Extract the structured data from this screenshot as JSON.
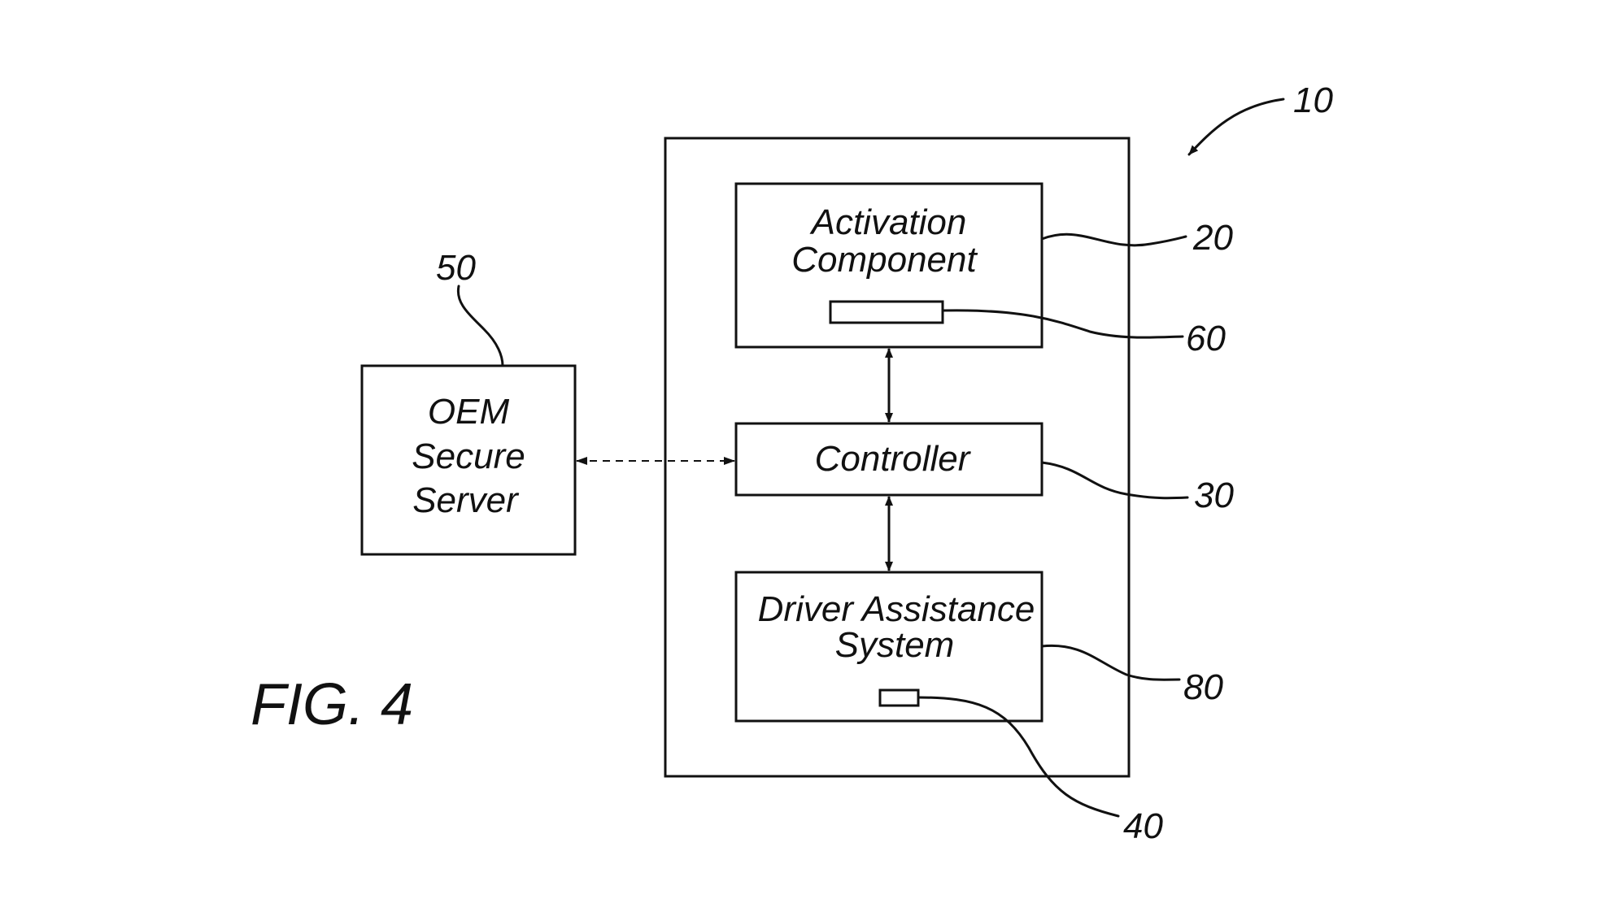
{
  "figure": {
    "caption": "FIG. 4"
  },
  "blocks": {
    "vehicle_ref": "10",
    "activation": {
      "line1": "Activation",
      "line2": "Component",
      "ref": "20",
      "element_ref": "60"
    },
    "controller": {
      "label": "Controller",
      "ref": "30"
    },
    "driver_assistance": {
      "line1": "Driver Assistance",
      "line2": "System",
      "ref": "80",
      "element_ref": "40"
    },
    "server": {
      "line1": "OEM",
      "line2": "Secure",
      "line3": "Server",
      "ref": "50"
    }
  },
  "connections": [
    {
      "from": "activation",
      "to": "controller",
      "style": "solid",
      "direction": "bidirectional"
    },
    {
      "from": "controller",
      "to": "driver_assistance",
      "style": "solid",
      "direction": "bidirectional"
    },
    {
      "from": "server",
      "to": "controller",
      "style": "dashed",
      "direction": "bidirectional"
    }
  ],
  "colors": {
    "line": "#111111",
    "background": "#ffffff"
  }
}
